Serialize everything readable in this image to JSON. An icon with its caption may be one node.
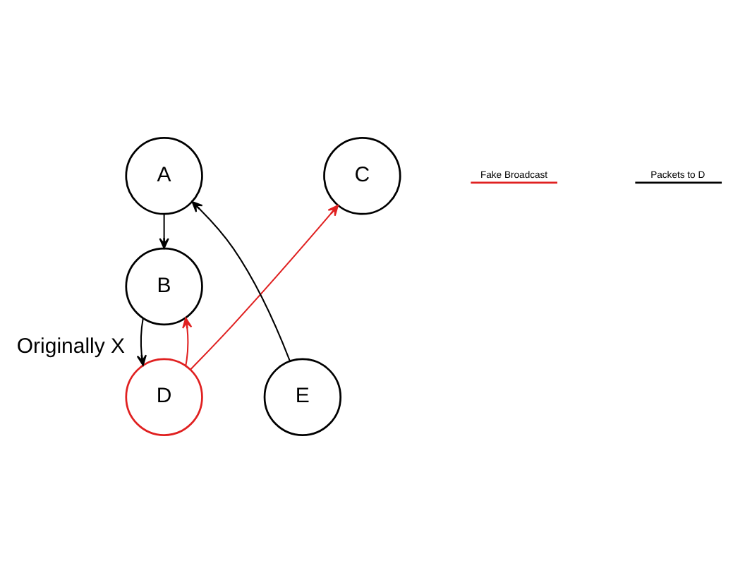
{
  "diagram": {
    "nodes": [
      {
        "text": [
          "A"
        ]
      },
      {
        "text": [
          "B"
        ]
      },
      {
        "text": [
          "C"
        ]
      },
      {
        "text": [
          "D"
        ],
        "beside": [
          "Originally X"
        ]
      },
      {
        "text": [
          "E"
        ]
      }
    ],
    "edges": [
      {
        "from": 0,
        "to": 1,
        "arrow": "to"
      },
      {
        "from": 4,
        "to": 0,
        "arrow": "to"
      },
      {
        "from": 1,
        "to": 3,
        "arrow": "to"
      },
      {
        "from": 3,
        "to": 1,
        "arrow": "to",
        "color": "#e02020"
      },
      {
        "from": 3,
        "to": 2,
        "arrow": "to",
        "color": "#e02020"
      }
    ],
    "legend": [
      {
        "text": "Fake Broadcast"
      },
      {
        "text": "Packets to D"
      }
    ]
  }
}
